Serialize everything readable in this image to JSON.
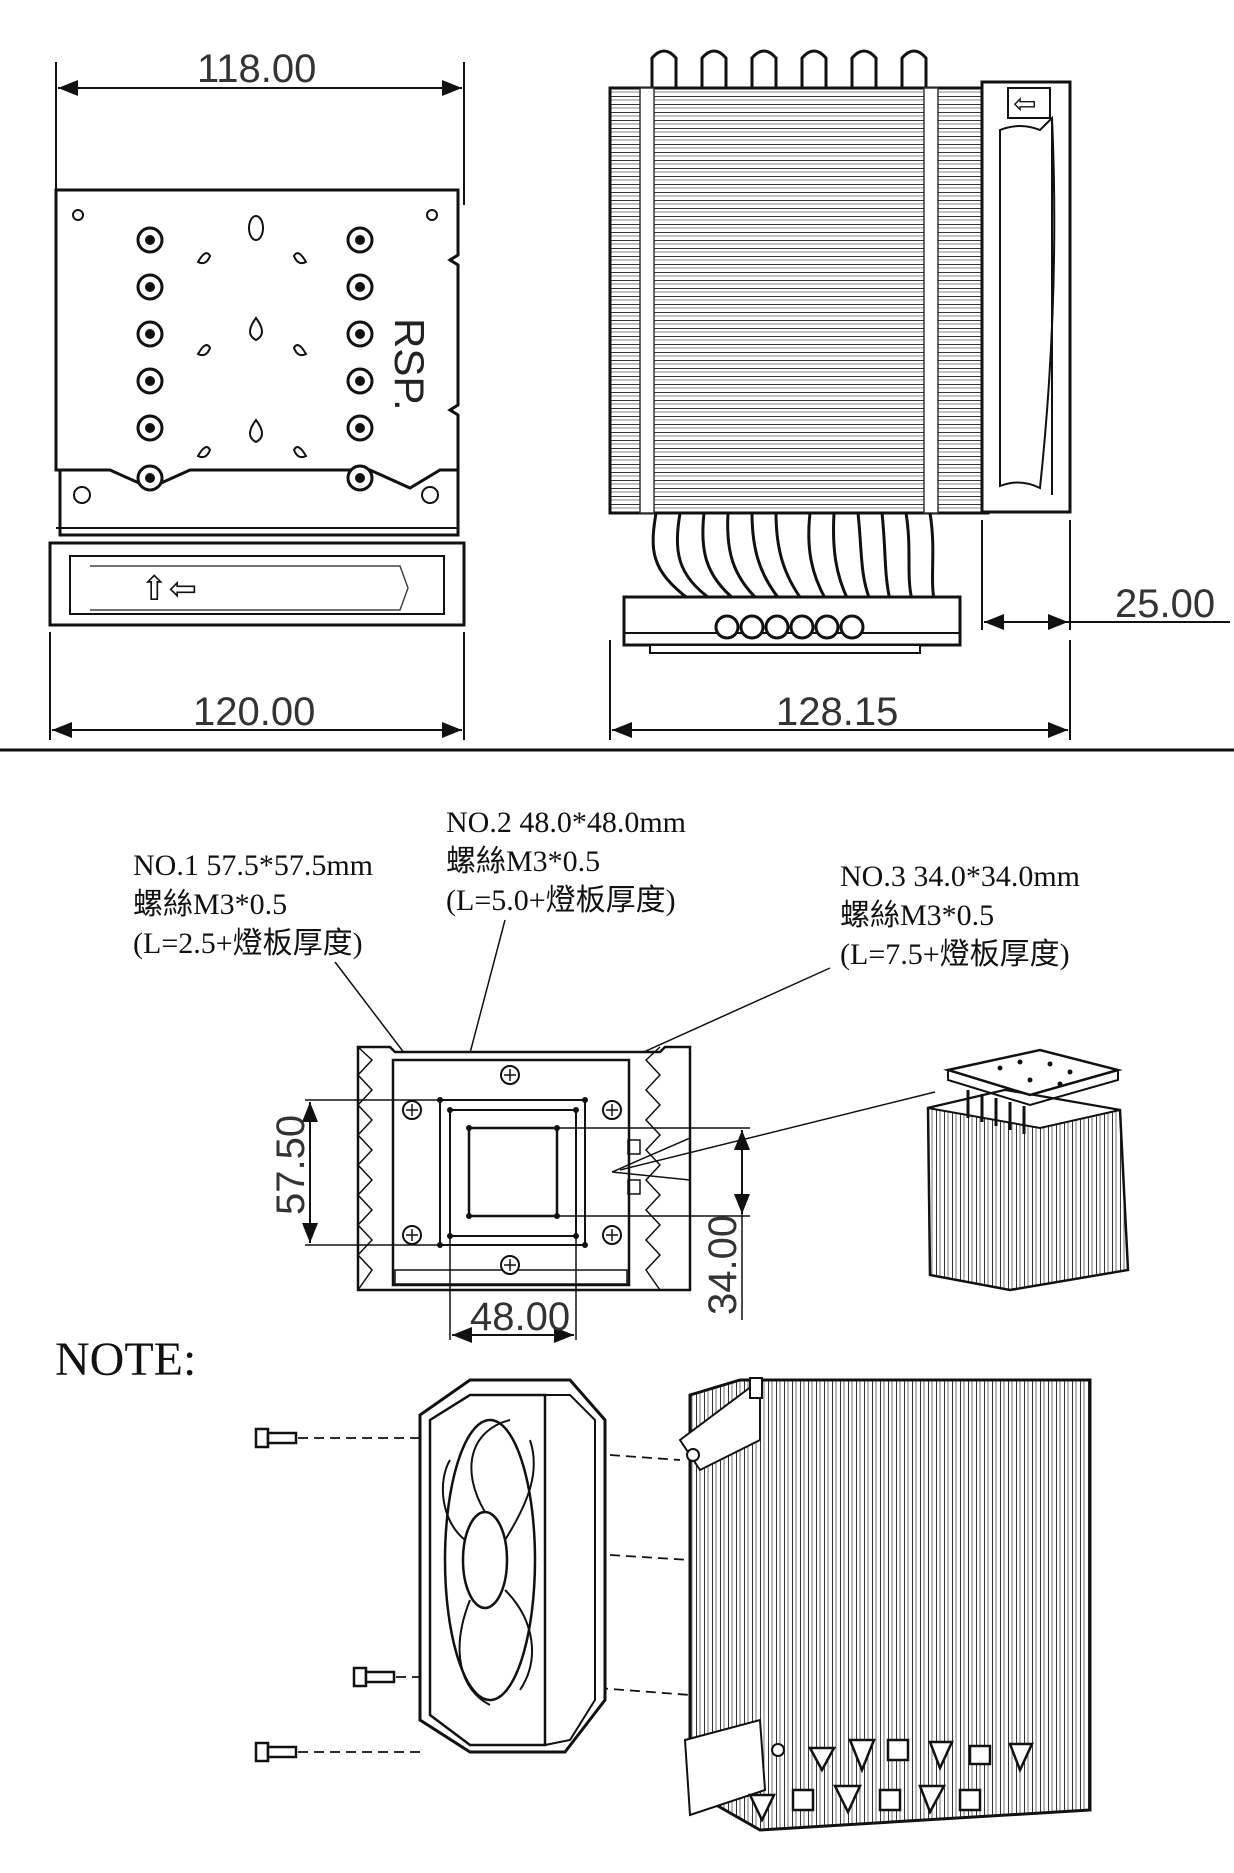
{
  "top_view": {
    "width_top": "118.00",
    "width_bottom": "120.00",
    "brand": "RSP.",
    "arrow_label": "⇧⇦"
  },
  "side_view": {
    "depth": "128.15",
    "fan_thickness": "25.00",
    "arrow_label": "⇦"
  },
  "mounting": {
    "notes": [
      {
        "line1": "NO.1 57.5*57.5mm",
        "line2": "螺絲M3*0.5",
        "line3": "(L=2.5+燈板厚度)"
      },
      {
        "line1": "NO.2 48.0*48.0mm",
        "line2": "螺絲M3*0.5",
        "line3": "(L=5.0+燈板厚度)"
      },
      {
        "line1": "NO.3 34.0*34.0mm",
        "line2": "螺絲M3*0.5",
        "line3": "(L=7.5+燈板厚度)"
      }
    ],
    "dim_57": "57.50",
    "dim_48": "48.00",
    "dim_34": "34.00"
  },
  "assembly": {
    "heading": "NOTE:"
  }
}
